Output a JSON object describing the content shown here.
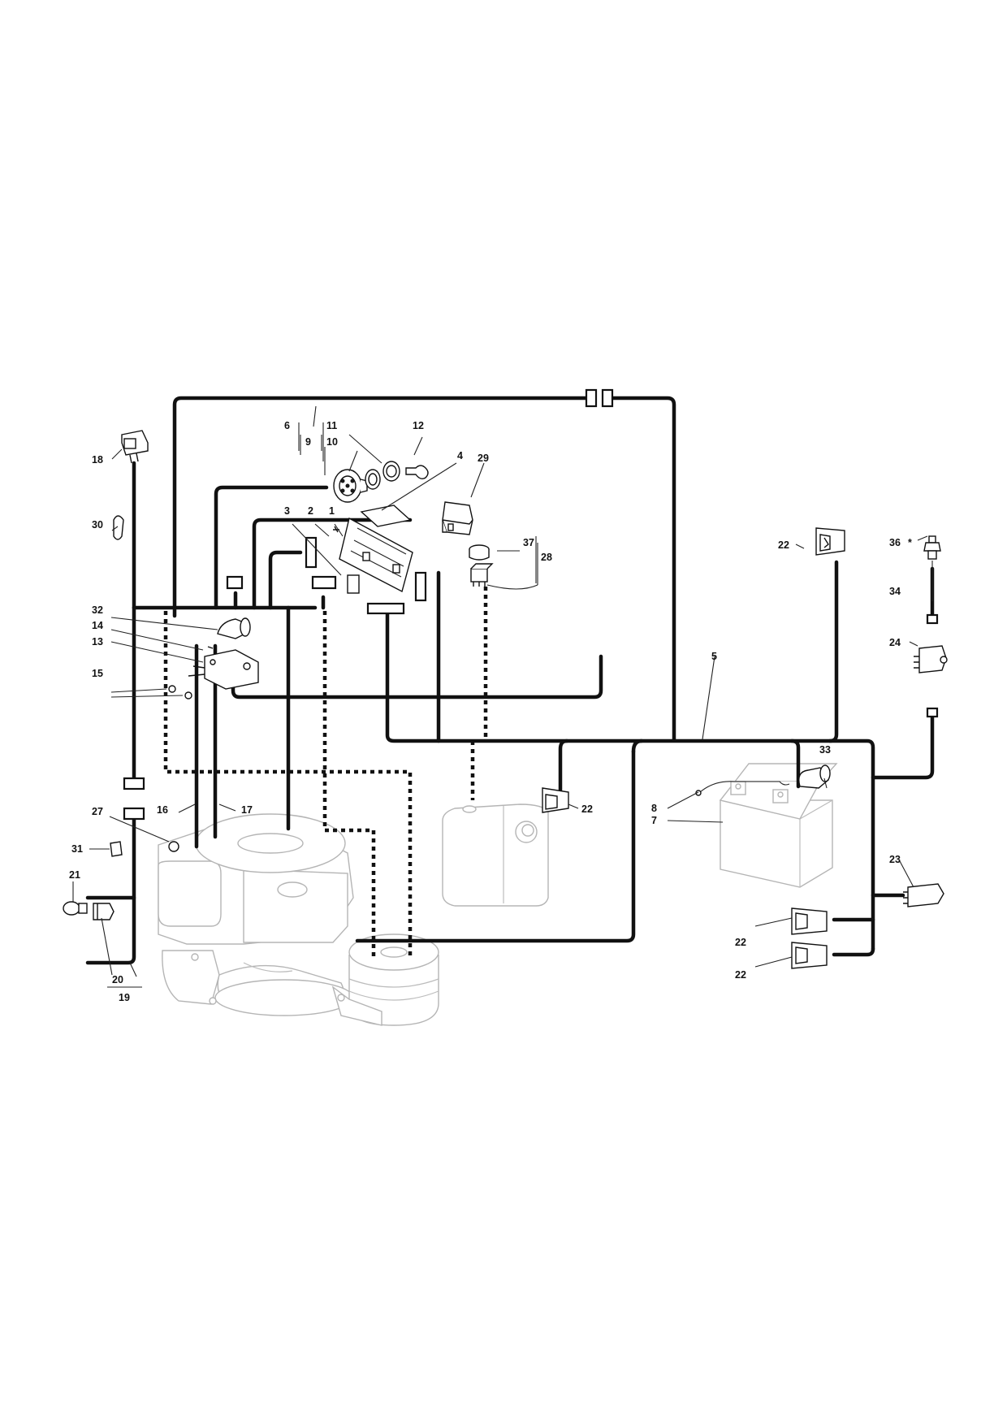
{
  "callouts": {
    "c1": "1",
    "c2": "2",
    "c3": "3",
    "c4": "4",
    "c5": "5",
    "c6": "6",
    "c7": "7",
    "c8": "8",
    "c9": "9",
    "c10": "10",
    "c11": "11",
    "c12": "12",
    "c13": "13",
    "c14": "14",
    "c15": "15",
    "c16": "16",
    "c17": "17",
    "c18": "18",
    "c19": "19",
    "c20": "20",
    "c21": "21",
    "c22a": "22",
    "c22b": "22",
    "c22c": "22",
    "c22d": "22",
    "c23": "23",
    "c24": "24",
    "c27": "27",
    "c28": "28",
    "c29": "29",
    "c30": "30",
    "c31": "31",
    "c32": "32",
    "c33": "33",
    "c34": "34",
    "c36": "36",
    "c36_mark": "*",
    "c37": "37"
  },
  "colors": {
    "wire": "#111111",
    "ghost_outline": "#b5b5b5",
    "background": "#ffffff"
  }
}
